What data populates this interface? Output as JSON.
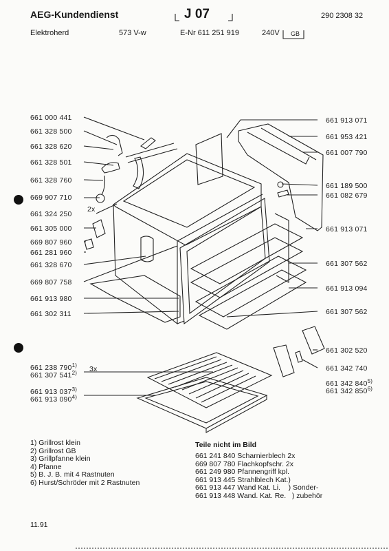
{
  "header": {
    "brand": "AEG-Kundendienst",
    "code": "J 07",
    "doc_number": "290 2308 32",
    "product": "Elektroherd",
    "model": "573 V-w",
    "enr": "E-Nr 611 251 919",
    "voltage": "240V",
    "country": "GB"
  },
  "left_parts": [
    "661 000 441",
    "661 328 500",
    "661 328 620",
    "661 328 501",
    "661 328 760",
    "669 907 710",
    "661 324 250",
    "661 305 000",
    "669 807 960",
    "661 281 960",
    "661 328 670",
    "669 807 758",
    "661 913 980",
    "661 302 311"
  ],
  "qty_2x": "2x",
  "right_parts": [
    "661 913 071",
    "661 953 421",
    "661 007 790",
    "661 189 500",
    "661 082 679",
    "661 913 071",
    "661 307 562",
    "661 913 094",
    "661 307 562",
    "661 302 520",
    "661 342 740"
  ],
  "right_sup_parts": [
    {
      "num": "661 342 840",
      "sup": "5)"
    },
    {
      "num": "661 342 850",
      "sup": "6)"
    }
  ],
  "lower_parts": [
    {
      "num": "661 238 790",
      "sup": "1)"
    },
    {
      "num": "661 307 541",
      "sup": "2)"
    },
    {
      "num": "661 913 037",
      "sup": "3)"
    },
    {
      "num": "661 913 090",
      "sup": "4)"
    }
  ],
  "qty_3x": "3x",
  "footnotes": [
    "1) Grillrost klein",
    "2) Grillrost GB",
    "3) Grillpfanne klein",
    "4) Pfanne",
    "5) B. J. B. mit 4 Rastnuten",
    "6) Hurst/Schröder mit 2 Rastnuten"
  ],
  "not_shown": {
    "title": "Teile nicht im Bild",
    "items": [
      "661 241 840 Scharnierblech 2x",
      "669 807 780 Flachkopfschr. 2x",
      "661 249 980 Pfannengriff kpl.",
      "661 913 445 Strahlblech Kat.)",
      "661 913 447 Wand Kat. Li.    ) Sonder-",
      "661 913 448 Wand. Kat. Re.   ) zubehör"
    ]
  },
  "date": "11.91"
}
